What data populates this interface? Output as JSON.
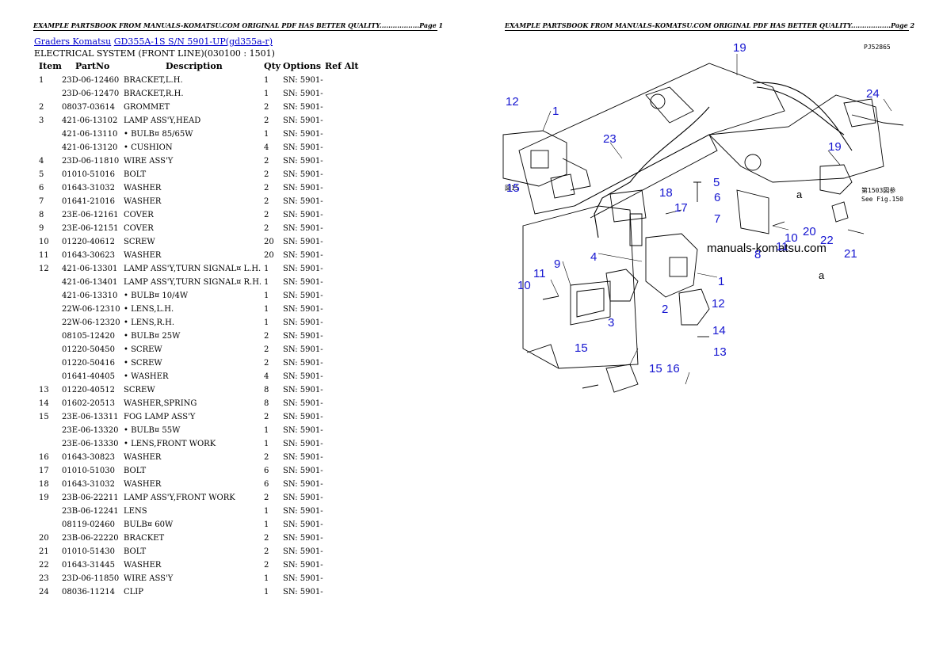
{
  "page1": {
    "header": "EXAMPLE PARTSBOOK FROM MANUALS-KOMATSU.COM ORIGINAL PDF HAS BETTER QUALITY..................Page 1",
    "breadcrumb": {
      "link1": "Graders Komatsu",
      "link2": "GD355A-1S S/N 5901-UP(gd355a-r)"
    },
    "subtitle": "ELECTRICAL SYSTEM (FRONT LINE)(030100 : 1501)",
    "columns": {
      "item": "Item",
      "partno": "PartNo",
      "description": "Description",
      "qty": "Qty",
      "options": "Options",
      "refalt": "Ref Alt"
    },
    "rows": [
      {
        "item": "1",
        "part": "23D-06-12460",
        "desc": "BRACKET,L.H.",
        "qty": "1",
        "opt": "SN: 5901-"
      },
      {
        "item": "",
        "part": "23D-06-12470",
        "desc": "BRACKET,R.H.",
        "qty": "1",
        "opt": "SN: 5901-"
      },
      {
        "item": "2",
        "part": "08037-03614",
        "desc": "GROMMET",
        "qty": "2",
        "opt": "SN: 5901-"
      },
      {
        "item": "3",
        "part": "421-06-13102",
        "desc": "LAMP ASS'Y,HEAD",
        "qty": "2",
        "opt": "SN: 5901-"
      },
      {
        "item": "",
        "part": "421-06-13110",
        "desc": "• BULB¤ 85/65W",
        "qty": "1",
        "opt": "SN: 5901-"
      },
      {
        "item": "",
        "part": "421-06-13120",
        "desc": "• CUSHION",
        "qty": "4",
        "opt": "SN: 5901-"
      },
      {
        "item": "4",
        "part": "23D-06-11810",
        "desc": "WIRE ASS'Y",
        "qty": "2",
        "opt": "SN: 5901-"
      },
      {
        "item": "5",
        "part": "01010-51016",
        "desc": "BOLT",
        "qty": "2",
        "opt": "SN: 5901-"
      },
      {
        "item": "6",
        "part": "01643-31032",
        "desc": "WASHER",
        "qty": "2",
        "opt": "SN: 5901-"
      },
      {
        "item": "7",
        "part": "01641-21016",
        "desc": "WASHER",
        "qty": "2",
        "opt": "SN: 5901-"
      },
      {
        "item": "8",
        "part": "23E-06-12161",
        "desc": "COVER",
        "qty": "2",
        "opt": "SN: 5901-"
      },
      {
        "item": "9",
        "part": "23E-06-12151",
        "desc": "COVER",
        "qty": "2",
        "opt": "SN: 5901-"
      },
      {
        "item": "10",
        "part": "01220-40612",
        "desc": "SCREW",
        "qty": "20",
        "opt": "SN: 5901-"
      },
      {
        "item": "11",
        "part": "01643-30623",
        "desc": "WASHER",
        "qty": "20",
        "opt": "SN: 5901-"
      },
      {
        "item": "12",
        "part": "421-06-13301",
        "desc": "LAMP ASS'Y,TURN SIGNAL¤ L.H.",
        "qty": "1",
        "opt": "SN: 5901-"
      },
      {
        "item": "",
        "part": "421-06-13401",
        "desc": "LAMP ASS'Y,TURN SIGNAL¤ R.H.",
        "qty": "1",
        "opt": "SN: 5901-"
      },
      {
        "item": "",
        "part": "421-06-13310",
        "desc": "• BULB¤ 10/4W",
        "qty": "1",
        "opt": "SN: 5901-"
      },
      {
        "item": "",
        "part": "22W-06-12310",
        "desc": "• LENS,L.H.",
        "qty": "1",
        "opt": "SN: 5901-"
      },
      {
        "item": "",
        "part": "22W-06-12320",
        "desc": "• LENS,R.H.",
        "qty": "1",
        "opt": "SN: 5901-"
      },
      {
        "item": "",
        "part": "08105-12420",
        "desc": "• BULB¤ 25W",
        "qty": "2",
        "opt": "SN: 5901-"
      },
      {
        "item": "",
        "part": "01220-50450",
        "desc": "• SCREW",
        "qty": "2",
        "opt": "SN: 5901-"
      },
      {
        "item": "",
        "part": "01220-50416",
        "desc": "• SCREW",
        "qty": "2",
        "opt": "SN: 5901-"
      },
      {
        "item": "",
        "part": "01641-40405",
        "desc": "• WASHER",
        "qty": "4",
        "opt": "SN: 5901-"
      },
      {
        "item": "13",
        "part": "01220-40512",
        "desc": "SCREW",
        "qty": "8",
        "opt": "SN: 5901-"
      },
      {
        "item": "14",
        "part": "01602-20513",
        "desc": "WASHER,SPRING",
        "qty": "8",
        "opt": "SN: 5901-"
      },
      {
        "item": "15",
        "part": "23E-06-13311",
        "desc": "FOG LAMP ASS'Y",
        "qty": "2",
        "opt": "SN: 5901-"
      },
      {
        "item": "",
        "part": "23E-06-13320",
        "desc": "• BULB¤ 55W",
        "qty": "1",
        "opt": "SN: 5901-"
      },
      {
        "item": "",
        "part": "23E-06-13330",
        "desc": "• LENS,FRONT WORK",
        "qty": "1",
        "opt": "SN: 5901-"
      },
      {
        "item": "16",
        "part": "01643-30823",
        "desc": "WASHER",
        "qty": "2",
        "opt": "SN: 5901-"
      },
      {
        "item": "17",
        "part": "01010-51030",
        "desc": "BOLT",
        "qty": "6",
        "opt": "SN: 5901-"
      },
      {
        "item": "18",
        "part": "01643-31032",
        "desc": "WASHER",
        "qty": "6",
        "opt": "SN: 5901-"
      },
      {
        "item": "19",
        "part": "23B-06-22211",
        "desc": "LAMP ASS'Y,FRONT WORK",
        "qty": "2",
        "opt": "SN: 5901-"
      },
      {
        "item": "",
        "part": "23B-06-12241",
        "desc": "LENS",
        "qty": "1",
        "opt": "SN: 5901-"
      },
      {
        "item": "",
        "part": "08119-02460",
        "desc": "BULB¤ 60W",
        "qty": "1",
        "opt": "SN: 5901-"
      },
      {
        "item": "20",
        "part": "23B-06-22220",
        "desc": "BRACKET",
        "qty": "2",
        "opt": "SN: 5901-"
      },
      {
        "item": "21",
        "part": "01010-51430",
        "desc": "BOLT",
        "qty": "2",
        "opt": "SN: 5901-"
      },
      {
        "item": "22",
        "part": "01643-31445",
        "desc": "WASHER",
        "qty": "2",
        "opt": "SN: 5901-"
      },
      {
        "item": "23",
        "part": "23D-06-11850",
        "desc": "WIRE ASS'Y",
        "qty": "1",
        "opt": "SN: 5901-"
      },
      {
        "item": "24",
        "part": "08036-11214",
        "desc": "CLIP",
        "qty": "1",
        "opt": "SN: 5901-"
      }
    ]
  },
  "page2": {
    "header": "EXAMPLE PARTSBOOK FROM MANUALS-KOMATSU.COM ORIGINAL PDF HAS BETTER QUALITY..................Page 2",
    "drawing_code": "PJ52865",
    "watermark": "manuals-komatsu.com",
    "ref_note_1": "第1503図参",
    "ref_note_2": "See Fig.150",
    "side_note": "図15",
    "callouts": [
      "19",
      "12",
      "1",
      "24",
      "23",
      "19",
      "5",
      "6",
      "7",
      "18",
      "17",
      "15",
      "a",
      "a",
      "20",
      "22",
      "10",
      "21",
      "8",
      "11",
      "4",
      "9",
      "1",
      "11",
      "10",
      "12",
      "2",
      "3",
      "14",
      "13",
      "15",
      "16",
      "15"
    ]
  },
  "colors": {
    "callout": "#1515d0",
    "link": "#0000cc"
  }
}
